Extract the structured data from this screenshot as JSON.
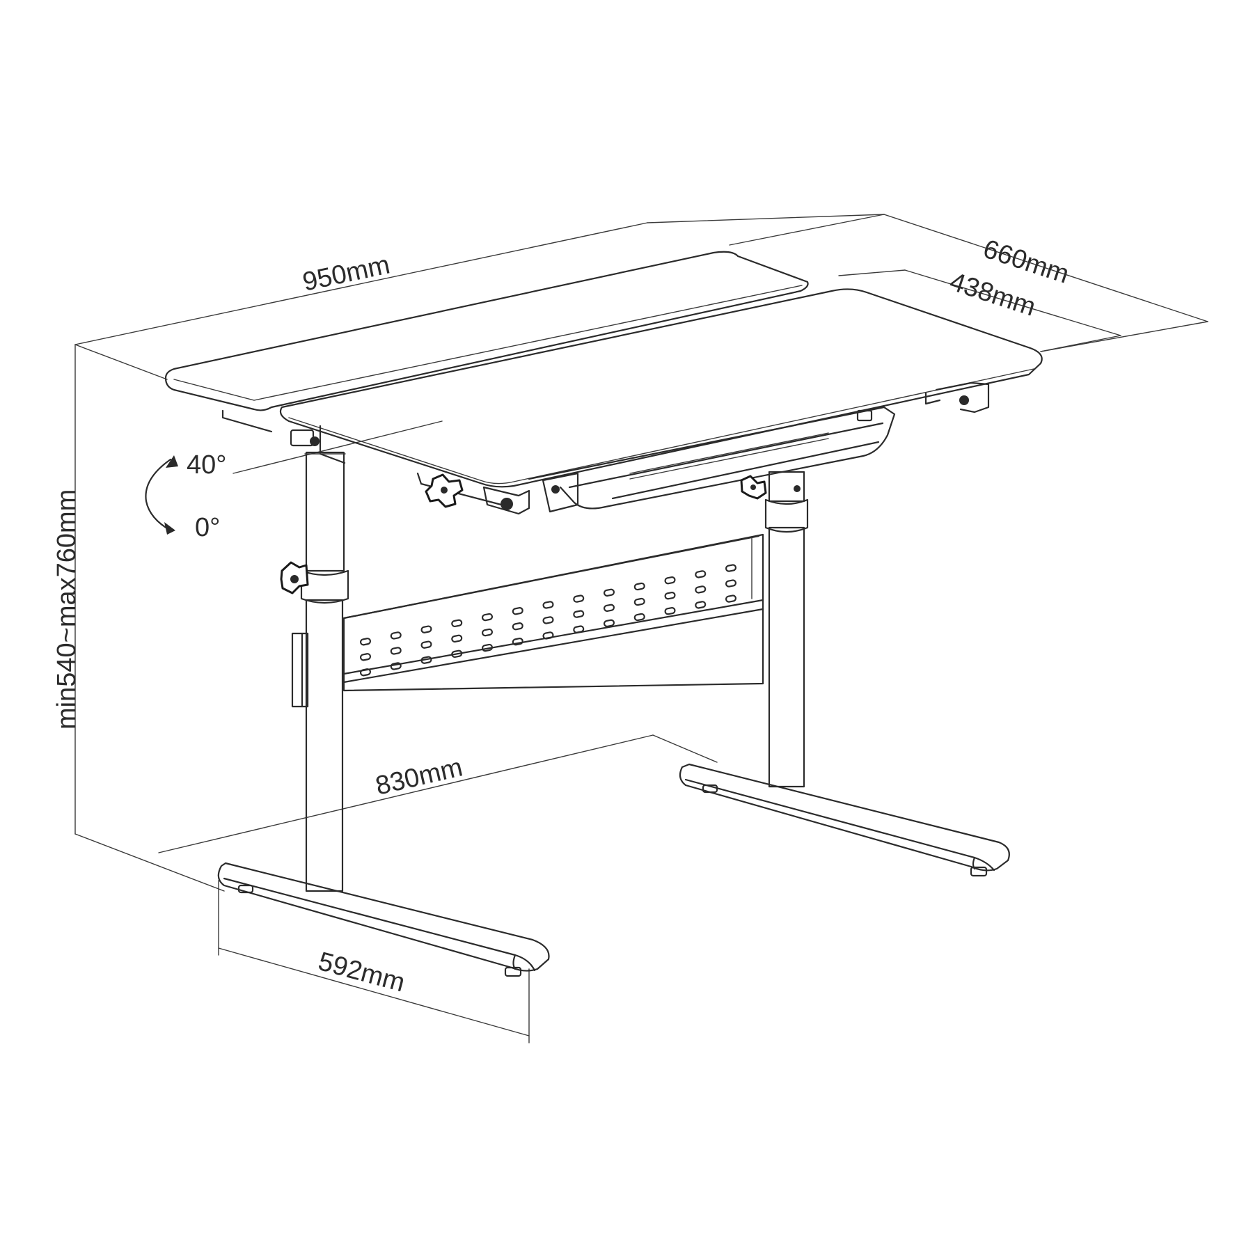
{
  "dimensions": {
    "top_width": "950mm",
    "depth_total": "660mm",
    "depth_tilt_panel": "438mm",
    "height_range": "min540~max760mm",
    "frame_width": "830mm",
    "foot_length": "592mm"
  },
  "tilt": {
    "max_angle": "40°",
    "min_angle": "0°"
  },
  "colors": {
    "line": "#2b2b2b",
    "background": "#ffffff"
  }
}
